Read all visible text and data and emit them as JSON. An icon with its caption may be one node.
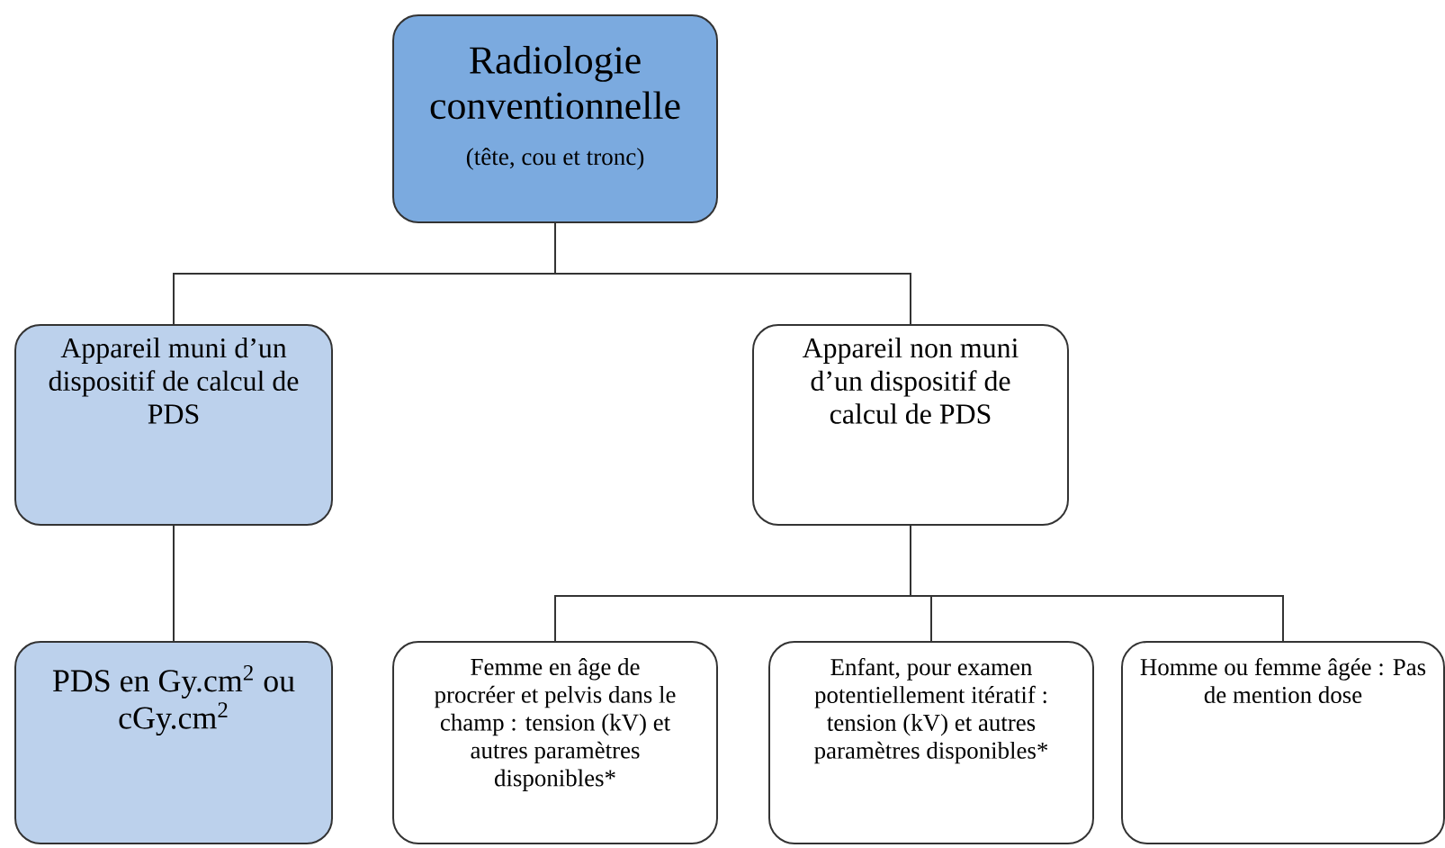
{
  "diagram": {
    "nodes": [
      {
        "text": [
          "Radiologie conventionnelle",
          "(tête, cou et tronc)"
        ]
      },
      {
        "text": [
          "Appareil muni d’un dispositif de calcul de PDS"
        ]
      },
      {
        "text": [
          "Appareil non muni d’un dispositif de calcul de PDS"
        ]
      },
      {
        "text": [
          "PDS en Gy.cm$^{2}$ ou cGy.cm$^{2}$"
        ]
      },
      {
        "text": [
          "Femme en âge de procréer et pelvis dans le champ : tension (kV) et autres paramètres disponibles*"
        ]
      },
      {
        "text": [
          "Enfant, pour examen potentiellement itératif : tension (kV) et autres paramètres disponibles*"
        ]
      },
      {
        "text": [
          "Homme ou femme âgée : Pas de mention dose"
        ]
      }
    ],
    "edges": [
      {
        "from": 0,
        "to": 1,
        "arrow": "none"
      },
      {
        "from": 0,
        "to": 2,
        "arrow": "none"
      },
      {
        "from": 1,
        "to": 3,
        "arrow": "none"
      },
      {
        "from": 2,
        "to": 4,
        "arrow": "none"
      },
      {
        "from": 2,
        "to": 5,
        "arrow": "none"
      },
      {
        "from": 2,
        "to": 6,
        "arrow": "none"
      }
    ]
  }
}
